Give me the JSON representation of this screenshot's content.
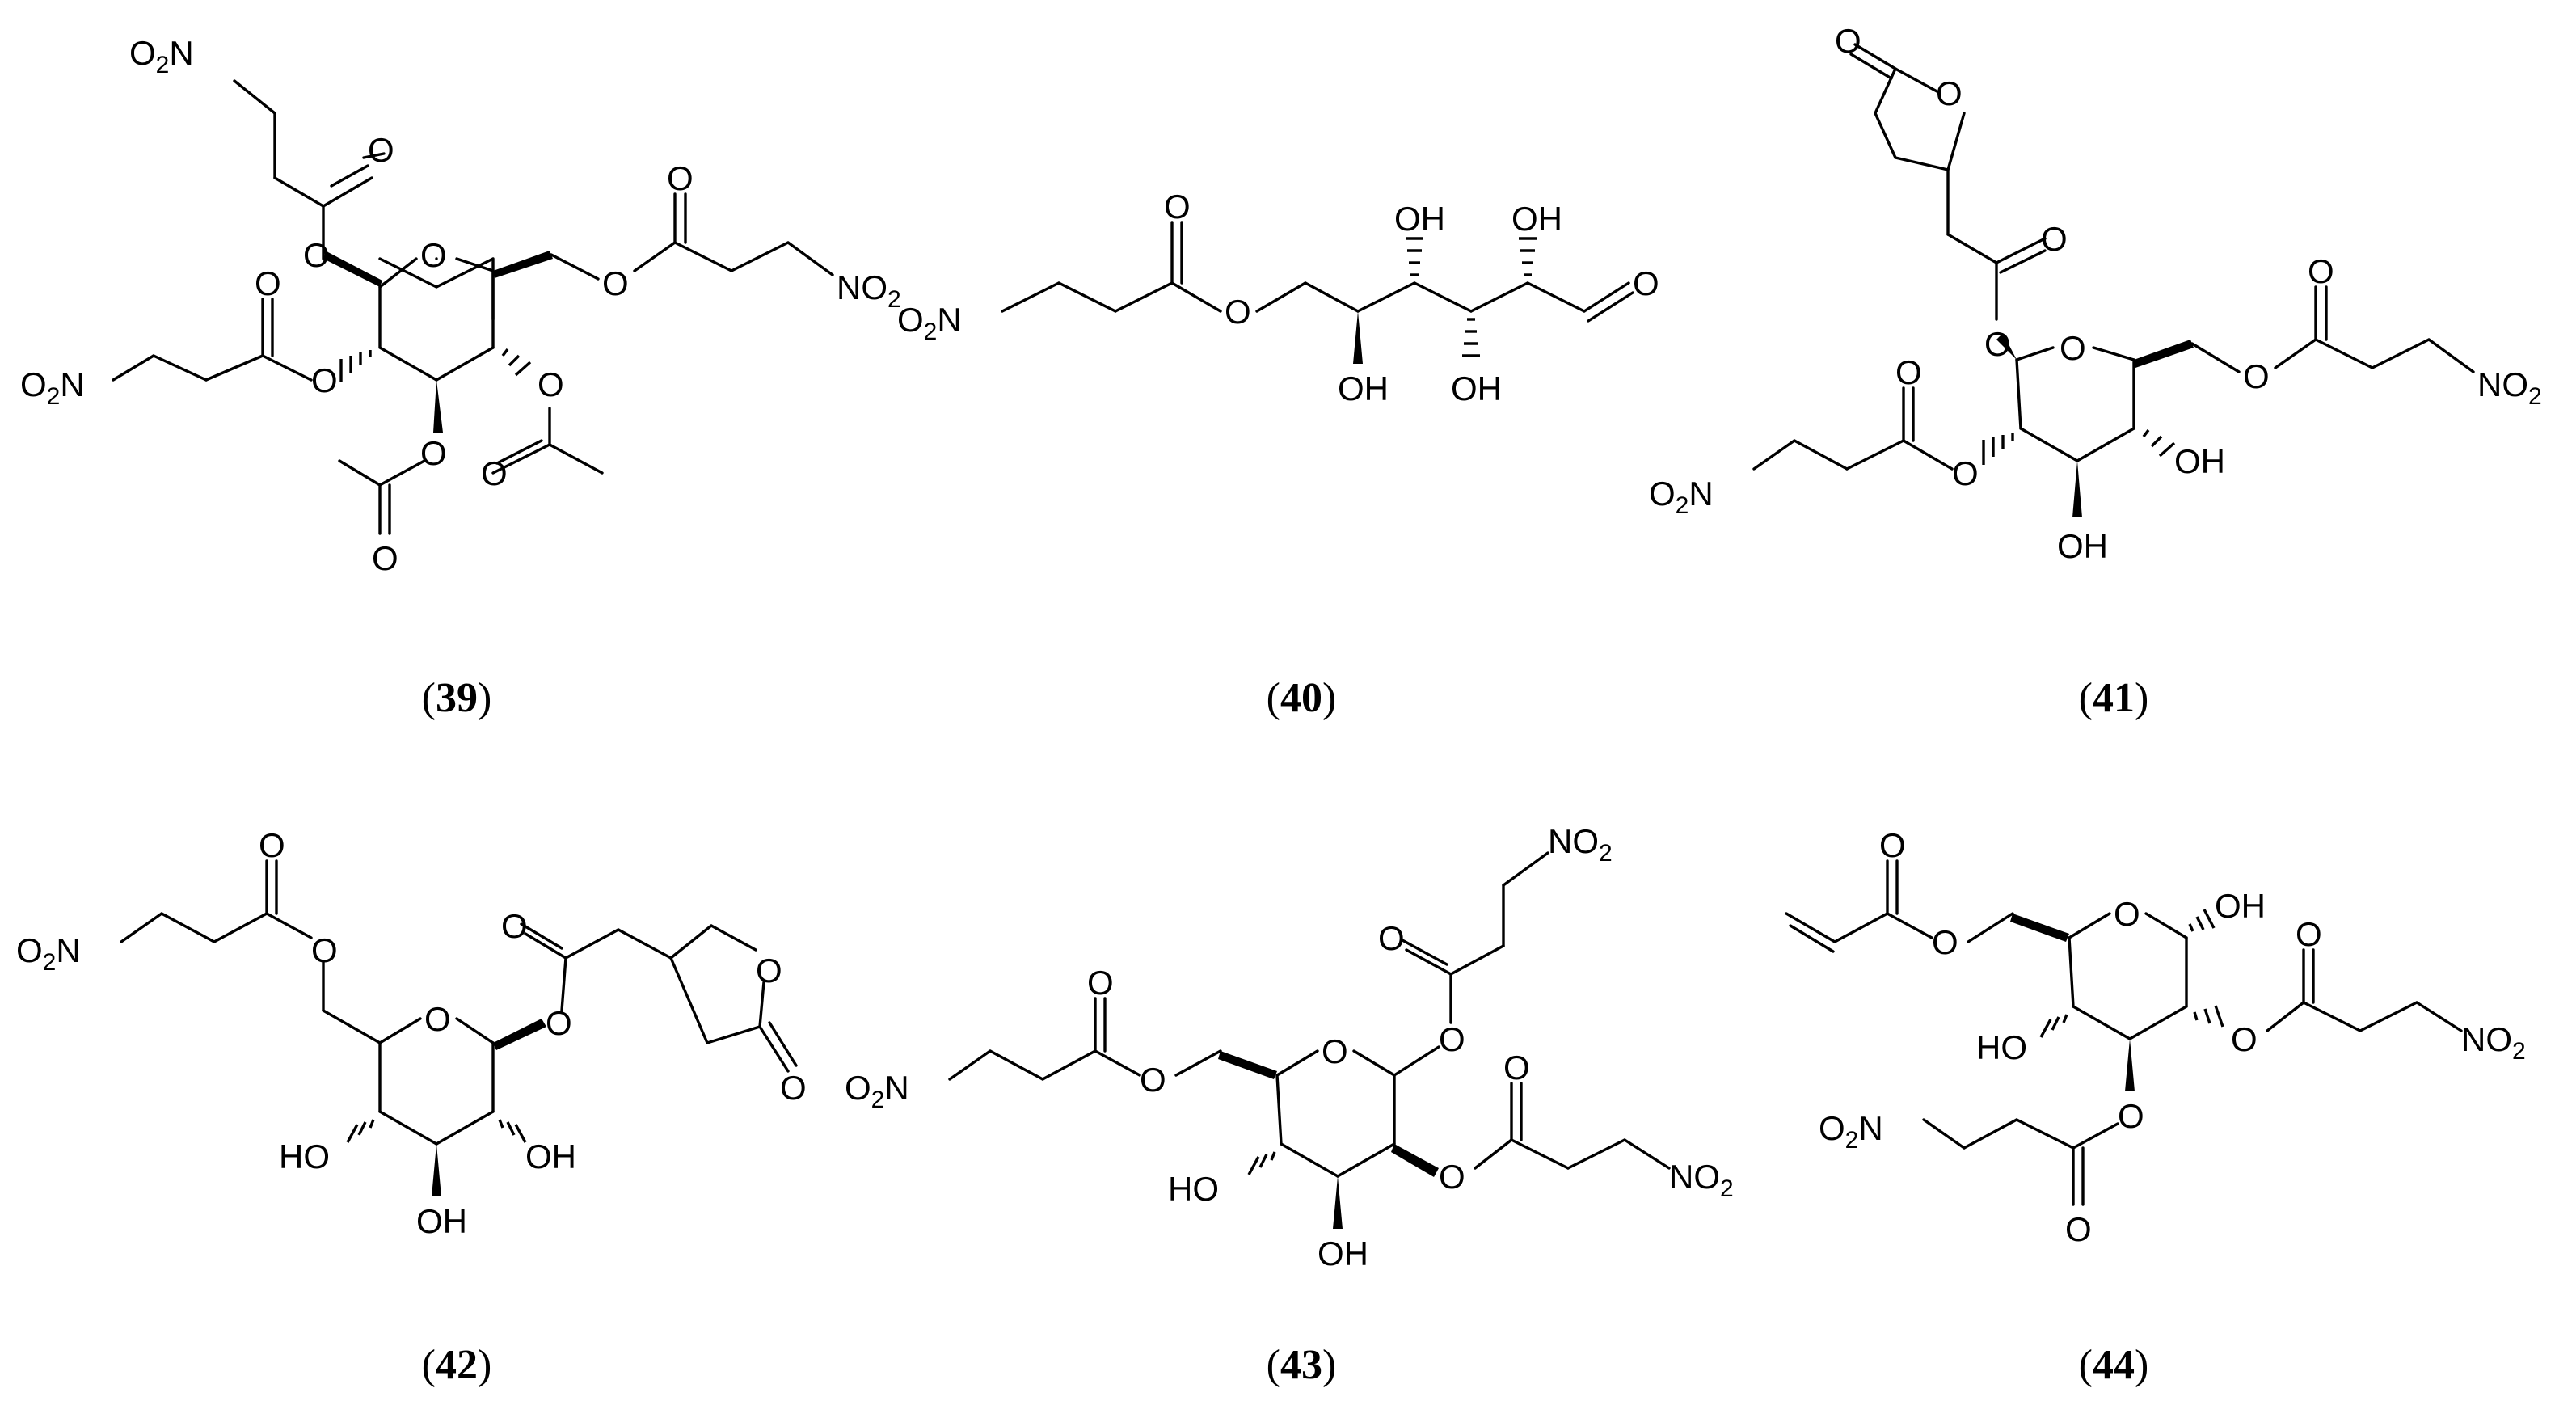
{
  "labels": {
    "o": "O",
    "oh": "OH",
    "ho": "HO",
    "nitro_n": "N",
    "nitro_o": "O",
    "nitro_sub": "2"
  },
  "captions": [
    {
      "open": "(",
      "num": "39",
      "close": ")"
    },
    {
      "open": "(",
      "num": "40",
      "close": ")"
    },
    {
      "open": "(",
      "num": "41",
      "close": ")"
    },
    {
      "open": "(",
      "num": "42",
      "close": ")"
    },
    {
      "open": "(",
      "num": "43",
      "close": ")"
    },
    {
      "open": "(",
      "num": "44",
      "close": ")"
    }
  ],
  "colors": {
    "ink": "#000000",
    "background": "#ffffff"
  }
}
